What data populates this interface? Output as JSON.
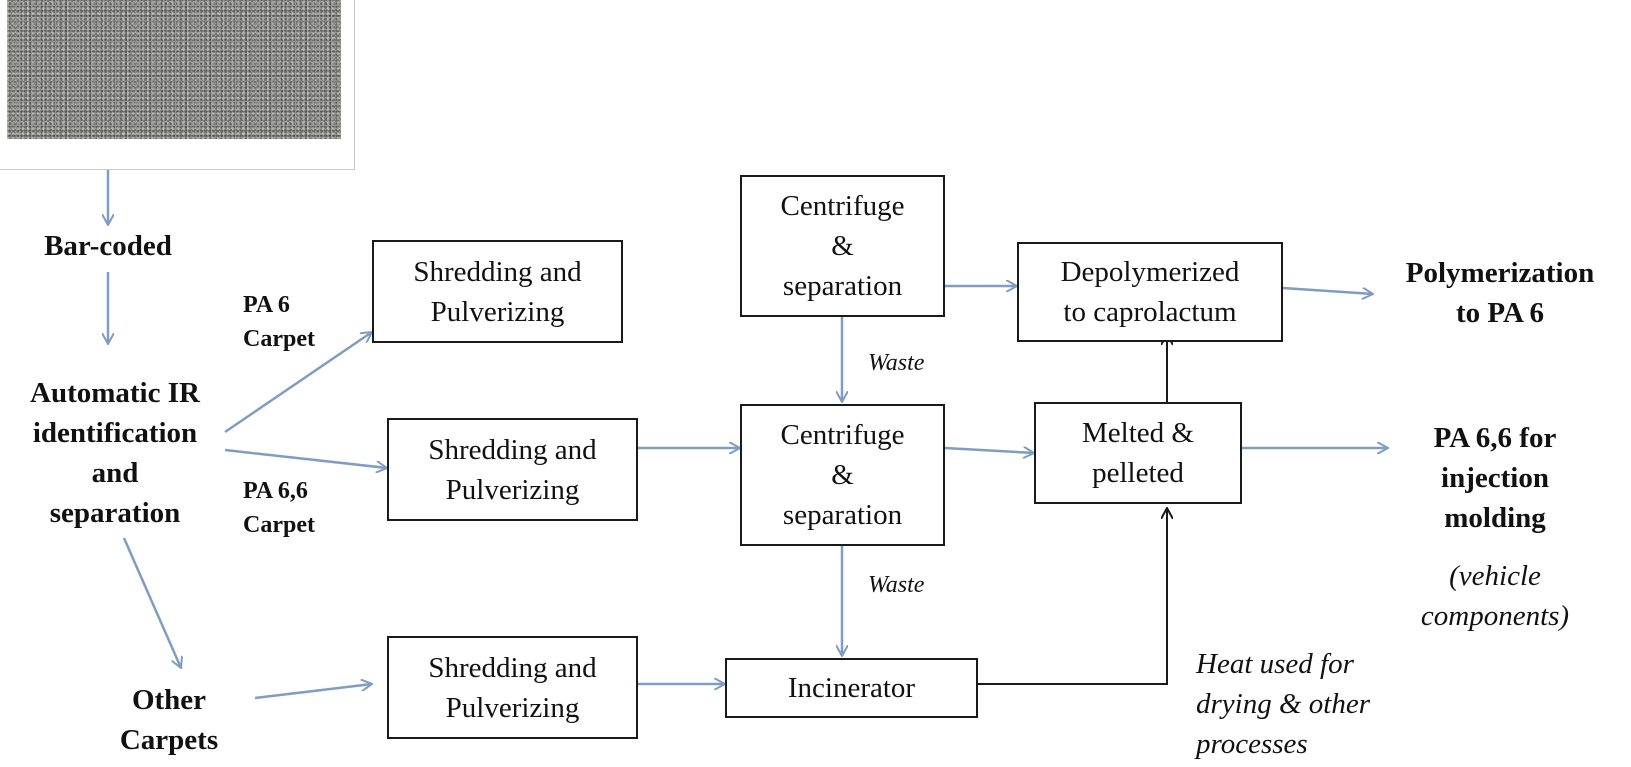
{
  "diagram": {
    "photo": {
      "icon": "carpet-sample-image"
    },
    "nodes": {
      "bar_coded": "Bar-coded",
      "auto_ir": "Automatic IR\nidentification\nand\nseparation",
      "other_carpets": "Other\nCarpets",
      "shred_1": "Shredding and\nPulverizing",
      "shred_2": "Shredding and\nPulverizing",
      "shred_3": "Shredding and\nPulverizing",
      "centrifuge_1": "Centrifuge\n&\nseparation",
      "centrifuge_2": "Centrifuge\n&\nseparation",
      "incinerator": "Incinerator",
      "depolymerized": "Depolymerized\nto caprolactum",
      "melted": "Melted &\npelleted",
      "polymerization": "Polymerization\nto PA 6",
      "pa66_out": "PA 6,6 for\ninjection\nmolding",
      "pa66_out_sub": "(vehicle\ncomponents)"
    },
    "edge_labels": {
      "pa6_carpet": "PA 6\nCarpet",
      "pa66_carpet": "PA 6,6\nCarpet",
      "waste_1": "Waste",
      "waste_2": "Waste",
      "heat": "Heat used for\ndrying & other\nprocesses"
    },
    "colors": {
      "arrow_blue": "#7f9cc2",
      "arrow_black": "#1a1a1a",
      "box_border": "#1a1a1a"
    }
  }
}
